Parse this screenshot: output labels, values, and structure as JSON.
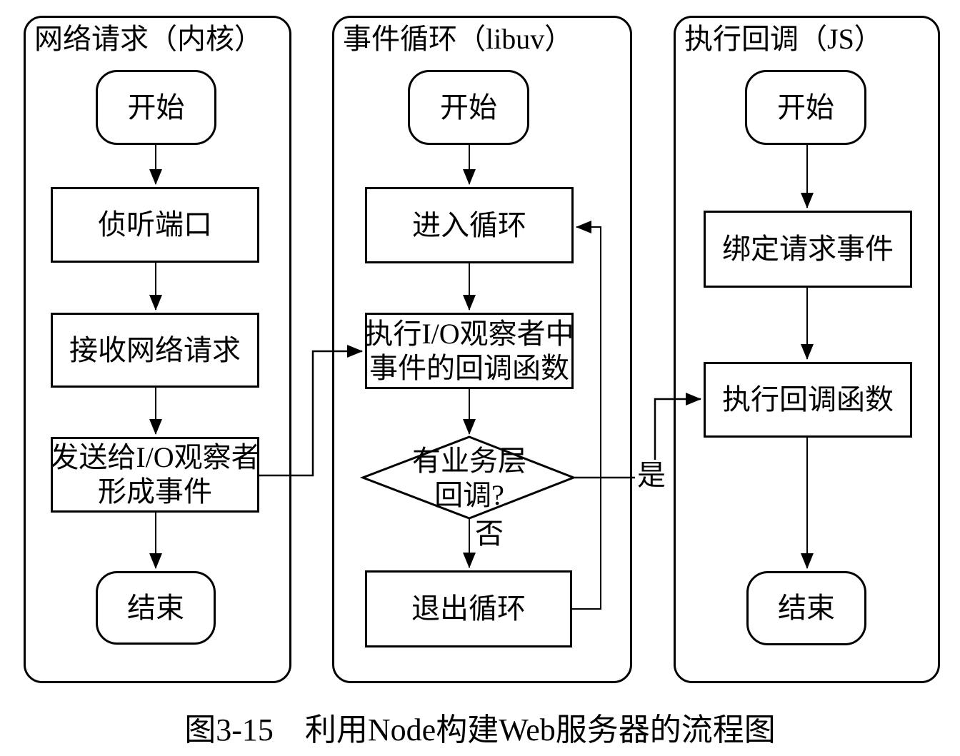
{
  "lanes": [
    {
      "title": "网络请求（内核）",
      "nodes": {
        "start": "开始",
        "listen": "侦听端口",
        "receive": "接收网络请求",
        "send_line1": "发送给I/O观察者",
        "send_line2": "形成事件",
        "end": "结束"
      }
    },
    {
      "title": "事件循环（libuv）",
      "nodes": {
        "start": "开始",
        "enter_loop": "进入循环",
        "exec_io_line1": "执行I/O观察者中",
        "exec_io_line2": "事件的回调函数",
        "decision_line1": "有业务层",
        "decision_line2": "回调?",
        "exit_loop": "退出循环"
      }
    },
    {
      "title": "执行回调（JS）",
      "nodes": {
        "start": "开始",
        "bind": "绑定请求事件",
        "exec_cb": "执行回调函数",
        "end": "结束"
      }
    }
  ],
  "labels": {
    "yes": "是",
    "no": "否"
  },
  "caption": {
    "figure_no": "图3-15",
    "text": "利用Node构建Web服务器的流程图"
  },
  "colors": {
    "line": "#000000",
    "background": "#ffffff"
  }
}
